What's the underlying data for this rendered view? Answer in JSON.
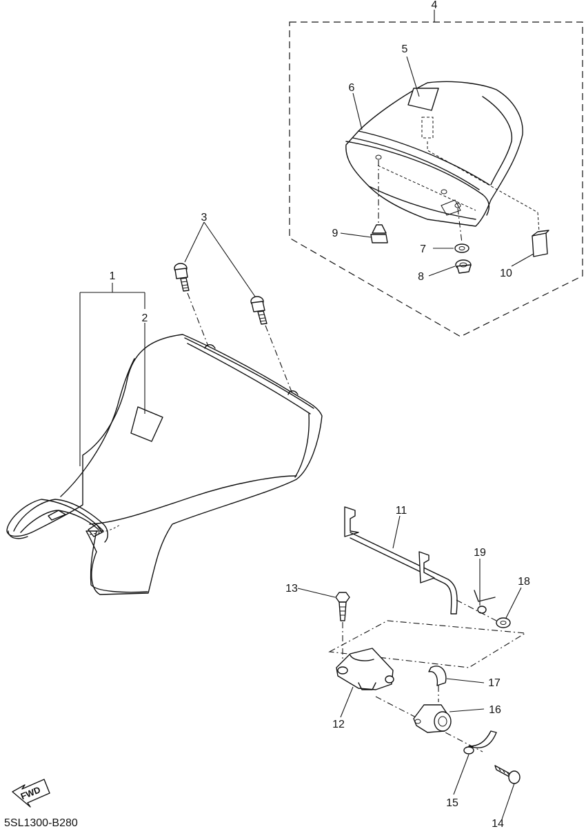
{
  "diagram_code": "5SL1300-B280",
  "fwd_label": "FWD",
  "callouts": {
    "p1": "1",
    "p2": "2",
    "p3": "3",
    "p4": "4",
    "p5": "5",
    "p6": "6",
    "p7": "7",
    "p8": "8",
    "p9": "9",
    "p10": "10",
    "p11": "11",
    "p12": "12",
    "p13": "13",
    "p14": "14",
    "p15": "15",
    "p16": "16",
    "p17": "17",
    "p18": "18",
    "p19": "19"
  }
}
